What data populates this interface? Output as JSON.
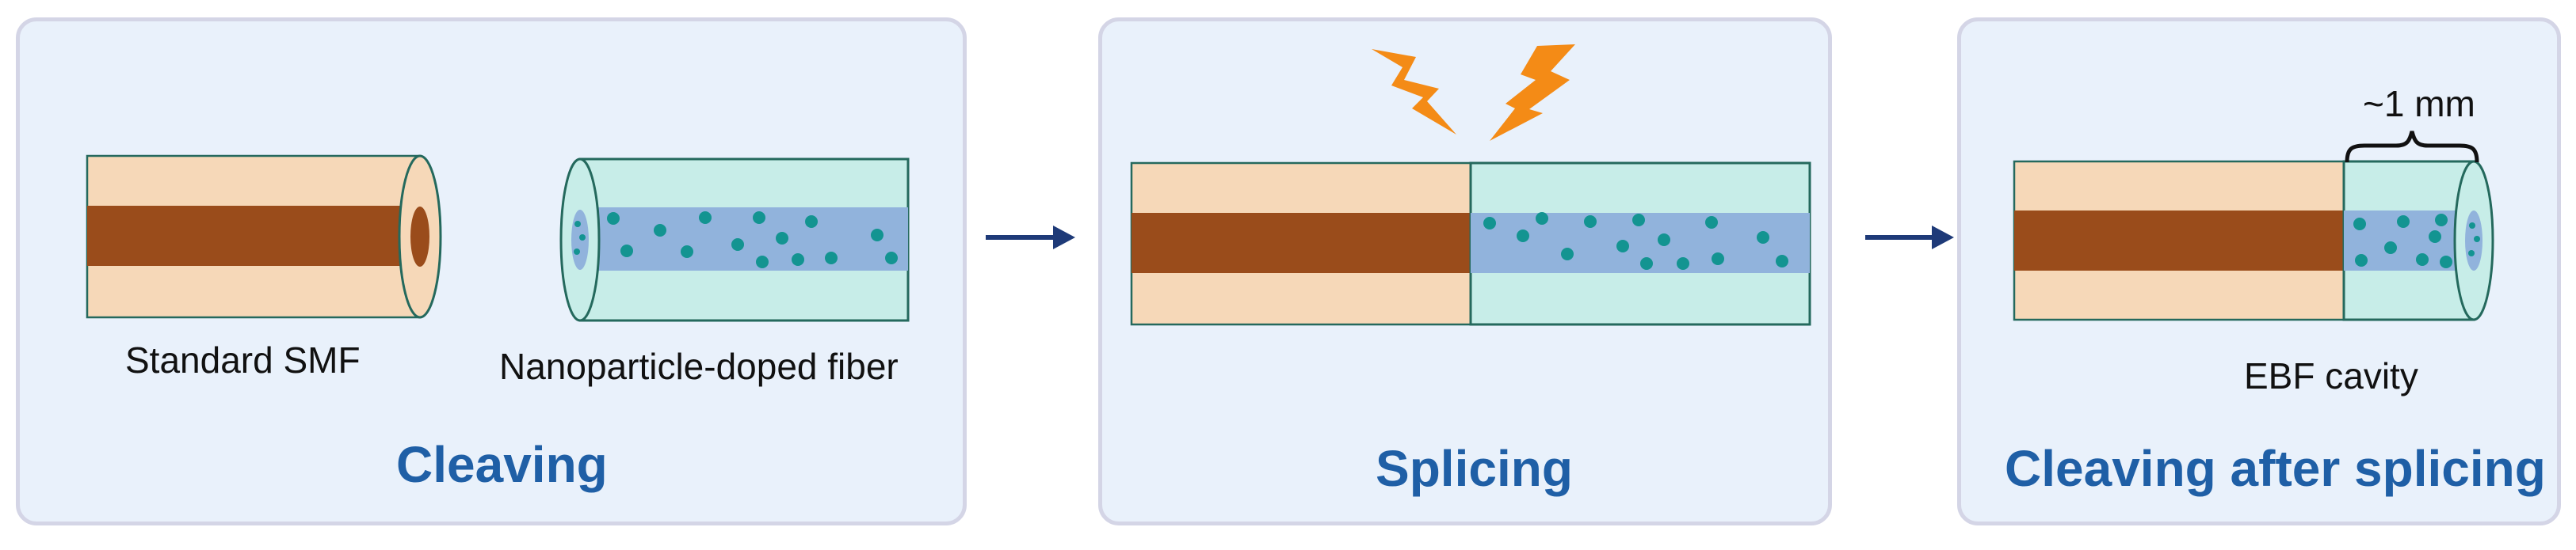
{
  "stages": [
    {
      "title": "Cleaving",
      "labels": {
        "smf": "Standard SMF",
        "doped": "Nanoparticle-doped fiber"
      }
    },
    {
      "title": "Splicing"
    },
    {
      "title": "Cleaving after splicing",
      "labels": {
        "cavity": "EBF cavity",
        "length": "~1 mm"
      }
    }
  ],
  "colors": {
    "panel_bg": "#e9f1fb",
    "panel_border": "#d4d5e6",
    "smf_cladding": "#f6d8b8",
    "smf_core": "#9a4c1b",
    "doped_cladding": "#c7ede8",
    "doped_core": "#91b3dc",
    "nanoparticle": "#139491",
    "outline": "#24695d",
    "arrow": "#1e3a78",
    "spark": "#f48b16",
    "title": "#1f5fa6"
  },
  "icons": [
    "spark-bolt-icon",
    "arrow-right-icon",
    "brace-icon"
  ]
}
